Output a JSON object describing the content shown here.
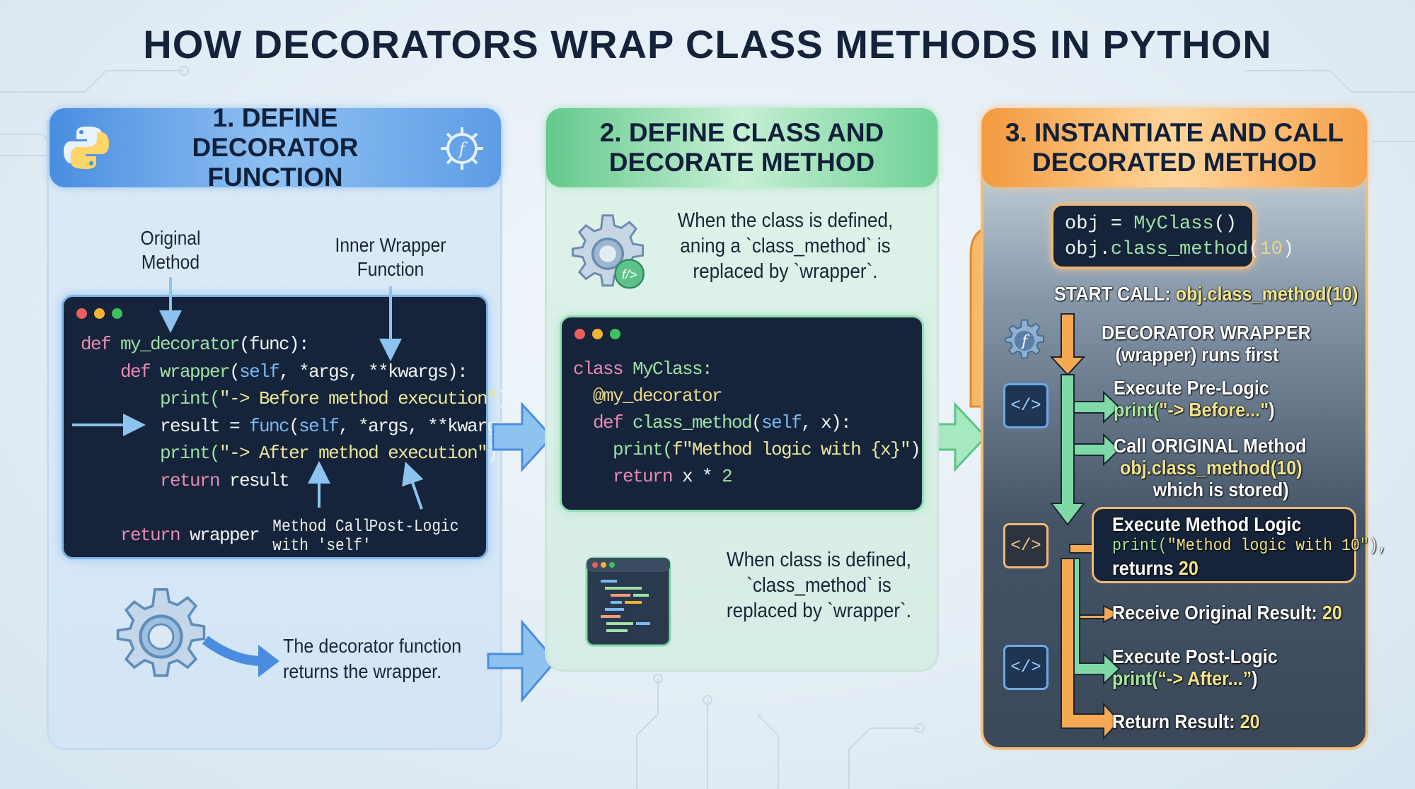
{
  "title": "HOW DECORATORS WRAP CLASS METHODS IN PYTHON",
  "panel1": {
    "header": "1. DEFINE DECORATOR FUNCTION",
    "label_original": "Original Method",
    "label_inner": "Inner Wrapper Function",
    "code": [
      [
        [
          "def ",
          "k"
        ],
        [
          "my_decorator",
          "f"
        ],
        [
          "(func):",
          "w"
        ]
      ],
      [
        [
          "    def ",
          "k"
        ],
        [
          "wrapper",
          "f"
        ],
        [
          "(",
          "w"
        ],
        [
          "self",
          "s"
        ],
        [
          ", *args, **kwargs):",
          "w"
        ]
      ],
      [
        [
          "        print(",
          "f"
        ],
        [
          "\"-> Before method execution\"",
          "y"
        ],
        [
          ")",
          "w"
        ]
      ],
      [
        [
          "        result = ",
          "w"
        ],
        [
          "func",
          "s"
        ],
        [
          "(",
          "w"
        ],
        [
          "self",
          "s"
        ],
        [
          ", *args, **kwargs)",
          "w"
        ]
      ],
      [
        [
          "        print(",
          "f"
        ],
        [
          "\"-> After method execution\"",
          "y"
        ],
        [
          ")",
          "w"
        ]
      ],
      [
        [
          "        return ",
          "k"
        ],
        [
          "result",
          "w"
        ]
      ],
      [
        [
          "",
          ""
        ]
      ],
      [
        [
          "    return ",
          "k"
        ],
        [
          "wrapper",
          "w"
        ]
      ]
    ],
    "ann_method_call": "Method Call with 'self'",
    "ann_post_logic": "Post-Logic",
    "footer": "The decorator function returns the wrapper."
  },
  "panel2": {
    "header": "2. DEFINE CLASS AND DECORATE METHOD",
    "top_note": "When the class is defined, aning a `class_method` is replaced by `wrapper`.",
    "code": [
      [
        [
          "class ",
          "k"
        ],
        [
          "MyClass:",
          "f"
        ]
      ],
      [
        [
          "  @my_decorator",
          "n"
        ]
      ],
      [
        [
          "  def ",
          "k"
        ],
        [
          "class_method",
          "f"
        ],
        [
          "(",
          "w"
        ],
        [
          "self",
          "s"
        ],
        [
          ", x):",
          "w"
        ]
      ],
      [
        [
          "    print(",
          "f"
        ],
        [
          "f\"Method logic with {x}\"",
          "y"
        ],
        [
          ")",
          "w"
        ]
      ],
      [
        [
          "    return ",
          "k"
        ],
        [
          "x * ",
          "w"
        ],
        [
          "2",
          "f"
        ]
      ]
    ],
    "bottom_note": "When class is defined, `class_method` is replaced by `wrapper`."
  },
  "panel3": {
    "header": "3. INSTANTIATE AND CALL DECORATED METHOD",
    "code_line1_a": "obj = ",
    "code_line1_b": "MyClass",
    "code_line1_c": "()",
    "code_line2_a": "obj.",
    "code_line2_b": "class_method",
    "code_line2_c": "(",
    "code_line2_d": "10",
    "code_line2_e": ")",
    "start_label": "START CALL: ",
    "start_value": "obj.class_method(10)",
    "wrapper_title": "DECORATOR WRAPPER",
    "wrapper_sub": "(wrapper) runs first",
    "pre_title": "Execute Pre-Logic",
    "pre_code_a": "print(",
    "pre_code_b": "\"-> Before...\"",
    "pre_code_c": ")",
    "orig_title": "Call ORIGINAL Method",
    "orig_code": "obj.class_method(10)",
    "orig_sub": "which is stored)",
    "logic_title": "Execute Method Logic",
    "logic_code_a": "print(",
    "logic_code_b": "\"Method logic with 10\"",
    "logic_code_c": "),",
    "logic_ret": "returns ",
    "logic_ret_val": "20",
    "receive_label": "Receive Original Result: ",
    "receive_val": "20",
    "post_title": "Execute Post-Logic",
    "post_code_a": "print(",
    "post_code_b": "“-> After...”",
    "post_code_c": ")",
    "return_label": "Return Result: ",
    "return_val": "20"
  },
  "icons": {
    "code": "</>",
    "func": "f"
  }
}
